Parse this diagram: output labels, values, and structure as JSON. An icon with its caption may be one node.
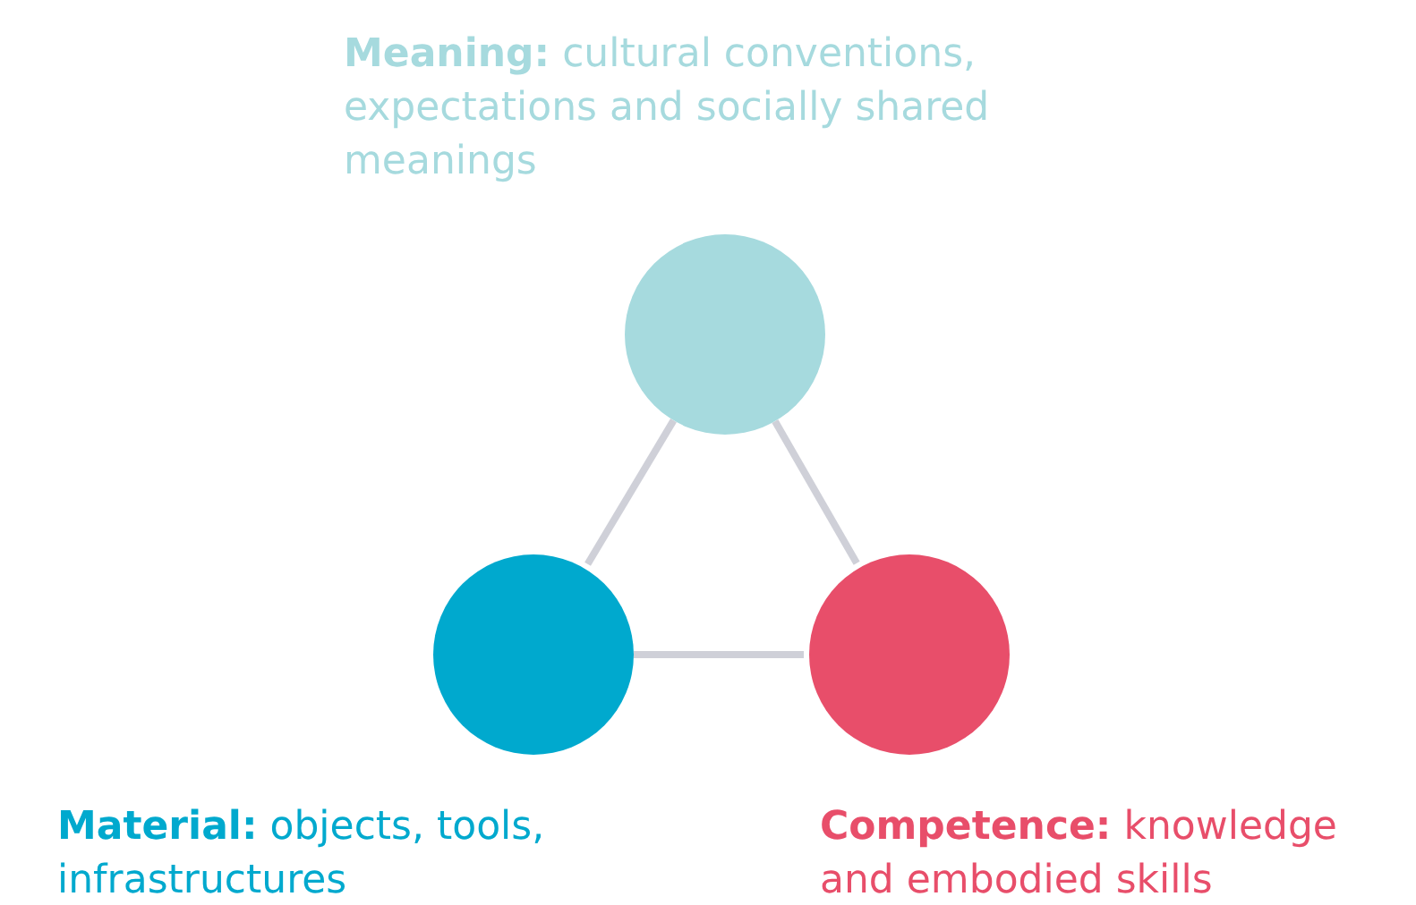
{
  "diagram": {
    "nodes": [
      {
        "text": [],
        "shape": "circle",
        "beside": [
          "**Meaning:** cultural conventions, expectations and socially shared meanings"
        ]
      },
      {
        "text": [],
        "shape": "circle",
        "beside": [
          "**Material:** objects, tools, infrastructures"
        ]
      },
      {
        "text": [],
        "shape": "circle",
        "beside": [
          "**Competence:** knowledge and embodied skills"
        ]
      }
    ],
    "edges": [
      {
        "from": 0,
        "to": 1,
        "arrow": "none"
      },
      {
        "from": 0,
        "to": 2,
        "arrow": "none"
      },
      {
        "from": 1,
        "to": 2,
        "arrow": "none"
      }
    ]
  }
}
